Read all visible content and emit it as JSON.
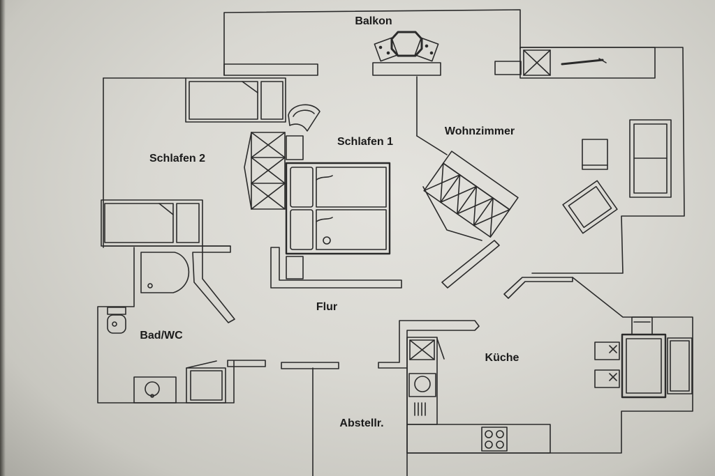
{
  "rooms": {
    "balkon": "Balkon",
    "wohnzimmer": "Wohnzimmer",
    "schlafen1": "Schlafen 1",
    "schlafen2": "Schlafen 2",
    "bad": "Bad/WC",
    "flur": "Flur",
    "kueche": "Küche",
    "abstell": "Abstellr."
  },
  "colors": {
    "line": "#2a2a2a",
    "paper": "#dcdbd5"
  }
}
